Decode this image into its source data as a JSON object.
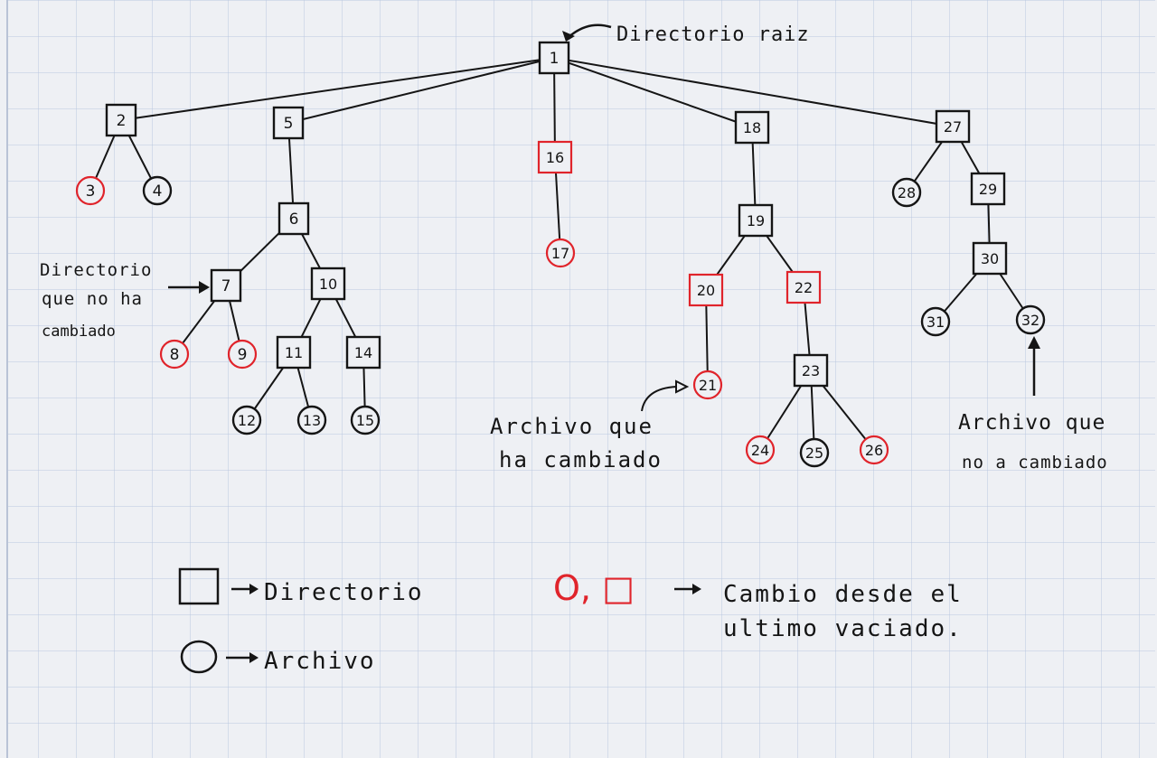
{
  "colors": {
    "paper": "#eef0f4",
    "grid": "#8fa6cf",
    "ink": "#151515",
    "changed": "#e0242b"
  },
  "nodes": [
    {
      "id": "1",
      "label": "1",
      "kind": "directory",
      "changed": false
    },
    {
      "id": "2",
      "label": "2",
      "kind": "directory",
      "changed": false
    },
    {
      "id": "3",
      "label": "3",
      "kind": "file",
      "changed": true
    },
    {
      "id": "4",
      "label": "4",
      "kind": "file",
      "changed": false
    },
    {
      "id": "5",
      "label": "5",
      "kind": "directory",
      "changed": false
    },
    {
      "id": "6",
      "label": "6",
      "kind": "directory",
      "changed": false
    },
    {
      "id": "7",
      "label": "7",
      "kind": "directory",
      "changed": false
    },
    {
      "id": "8",
      "label": "8",
      "kind": "file",
      "changed": true
    },
    {
      "id": "9",
      "label": "9",
      "kind": "file",
      "changed": true
    },
    {
      "id": "10",
      "label": "10",
      "kind": "directory",
      "changed": false
    },
    {
      "id": "11",
      "label": "11",
      "kind": "directory",
      "changed": false
    },
    {
      "id": "12",
      "label": "12",
      "kind": "file",
      "changed": false
    },
    {
      "id": "13",
      "label": "13",
      "kind": "file",
      "changed": false
    },
    {
      "id": "14",
      "label": "14",
      "kind": "directory",
      "changed": false
    },
    {
      "id": "15",
      "label": "15",
      "kind": "file",
      "changed": false
    },
    {
      "id": "16",
      "label": "16",
      "kind": "directory",
      "changed": true
    },
    {
      "id": "17",
      "label": "17",
      "kind": "file",
      "changed": true
    },
    {
      "id": "18",
      "label": "18",
      "kind": "directory",
      "changed": false
    },
    {
      "id": "19",
      "label": "19",
      "kind": "directory",
      "changed": false
    },
    {
      "id": "20",
      "label": "20",
      "kind": "directory",
      "changed": true
    },
    {
      "id": "21",
      "label": "21",
      "kind": "file",
      "changed": true
    },
    {
      "id": "22",
      "label": "22",
      "kind": "directory",
      "changed": true
    },
    {
      "id": "23",
      "label": "23",
      "kind": "directory",
      "changed": false
    },
    {
      "id": "24",
      "label": "24",
      "kind": "file",
      "changed": true
    },
    {
      "id": "25",
      "label": "25",
      "kind": "file",
      "changed": false
    },
    {
      "id": "26",
      "label": "26",
      "kind": "file",
      "changed": true
    },
    {
      "id": "27",
      "label": "27",
      "kind": "directory",
      "changed": false
    },
    {
      "id": "28",
      "label": "28",
      "kind": "file",
      "changed": false
    },
    {
      "id": "29",
      "label": "29",
      "kind": "directory",
      "changed": false
    },
    {
      "id": "30",
      "label": "30",
      "kind": "directory",
      "changed": false
    },
    {
      "id": "31",
      "label": "31",
      "kind": "file",
      "changed": false
    },
    {
      "id": "32",
      "label": "32",
      "kind": "file",
      "changed": false
    }
  ],
  "edges": [
    [
      "1",
      "2"
    ],
    [
      "1",
      "5"
    ],
    [
      "1",
      "16"
    ],
    [
      "1",
      "18"
    ],
    [
      "1",
      "27"
    ],
    [
      "2",
      "3"
    ],
    [
      "2",
      "4"
    ],
    [
      "5",
      "6"
    ],
    [
      "6",
      "7"
    ],
    [
      "6",
      "10"
    ],
    [
      "7",
      "8"
    ],
    [
      "7",
      "9"
    ],
    [
      "10",
      "11"
    ],
    [
      "10",
      "14"
    ],
    [
      "11",
      "12"
    ],
    [
      "11",
      "13"
    ],
    [
      "14",
      "15"
    ],
    [
      "16",
      "17"
    ],
    [
      "18",
      "19"
    ],
    [
      "19",
      "20"
    ],
    [
      "19",
      "22"
    ],
    [
      "20",
      "21"
    ],
    [
      "22",
      "23"
    ],
    [
      "23",
      "24"
    ],
    [
      "23",
      "25"
    ],
    [
      "23",
      "26"
    ],
    [
      "27",
      "28"
    ],
    [
      "27",
      "29"
    ],
    [
      "29",
      "30"
    ],
    [
      "30",
      "31"
    ],
    [
      "30",
      "32"
    ]
  ],
  "annotations": {
    "root": "Directorio raiz",
    "unchanged_dir": [
      "Directorio",
      "que no ha",
      "cambiado"
    ],
    "changed_file": [
      "Archivo que",
      "ha cambiado"
    ],
    "unchanged_file": [
      "Archivo que",
      "no a cambiado"
    ]
  },
  "legend": {
    "directory": "Directorio",
    "file": "Archivo",
    "changed_symbols": "O, □",
    "changed": [
      "Cambio desde el",
      "ultimo vaciado."
    ]
  }
}
